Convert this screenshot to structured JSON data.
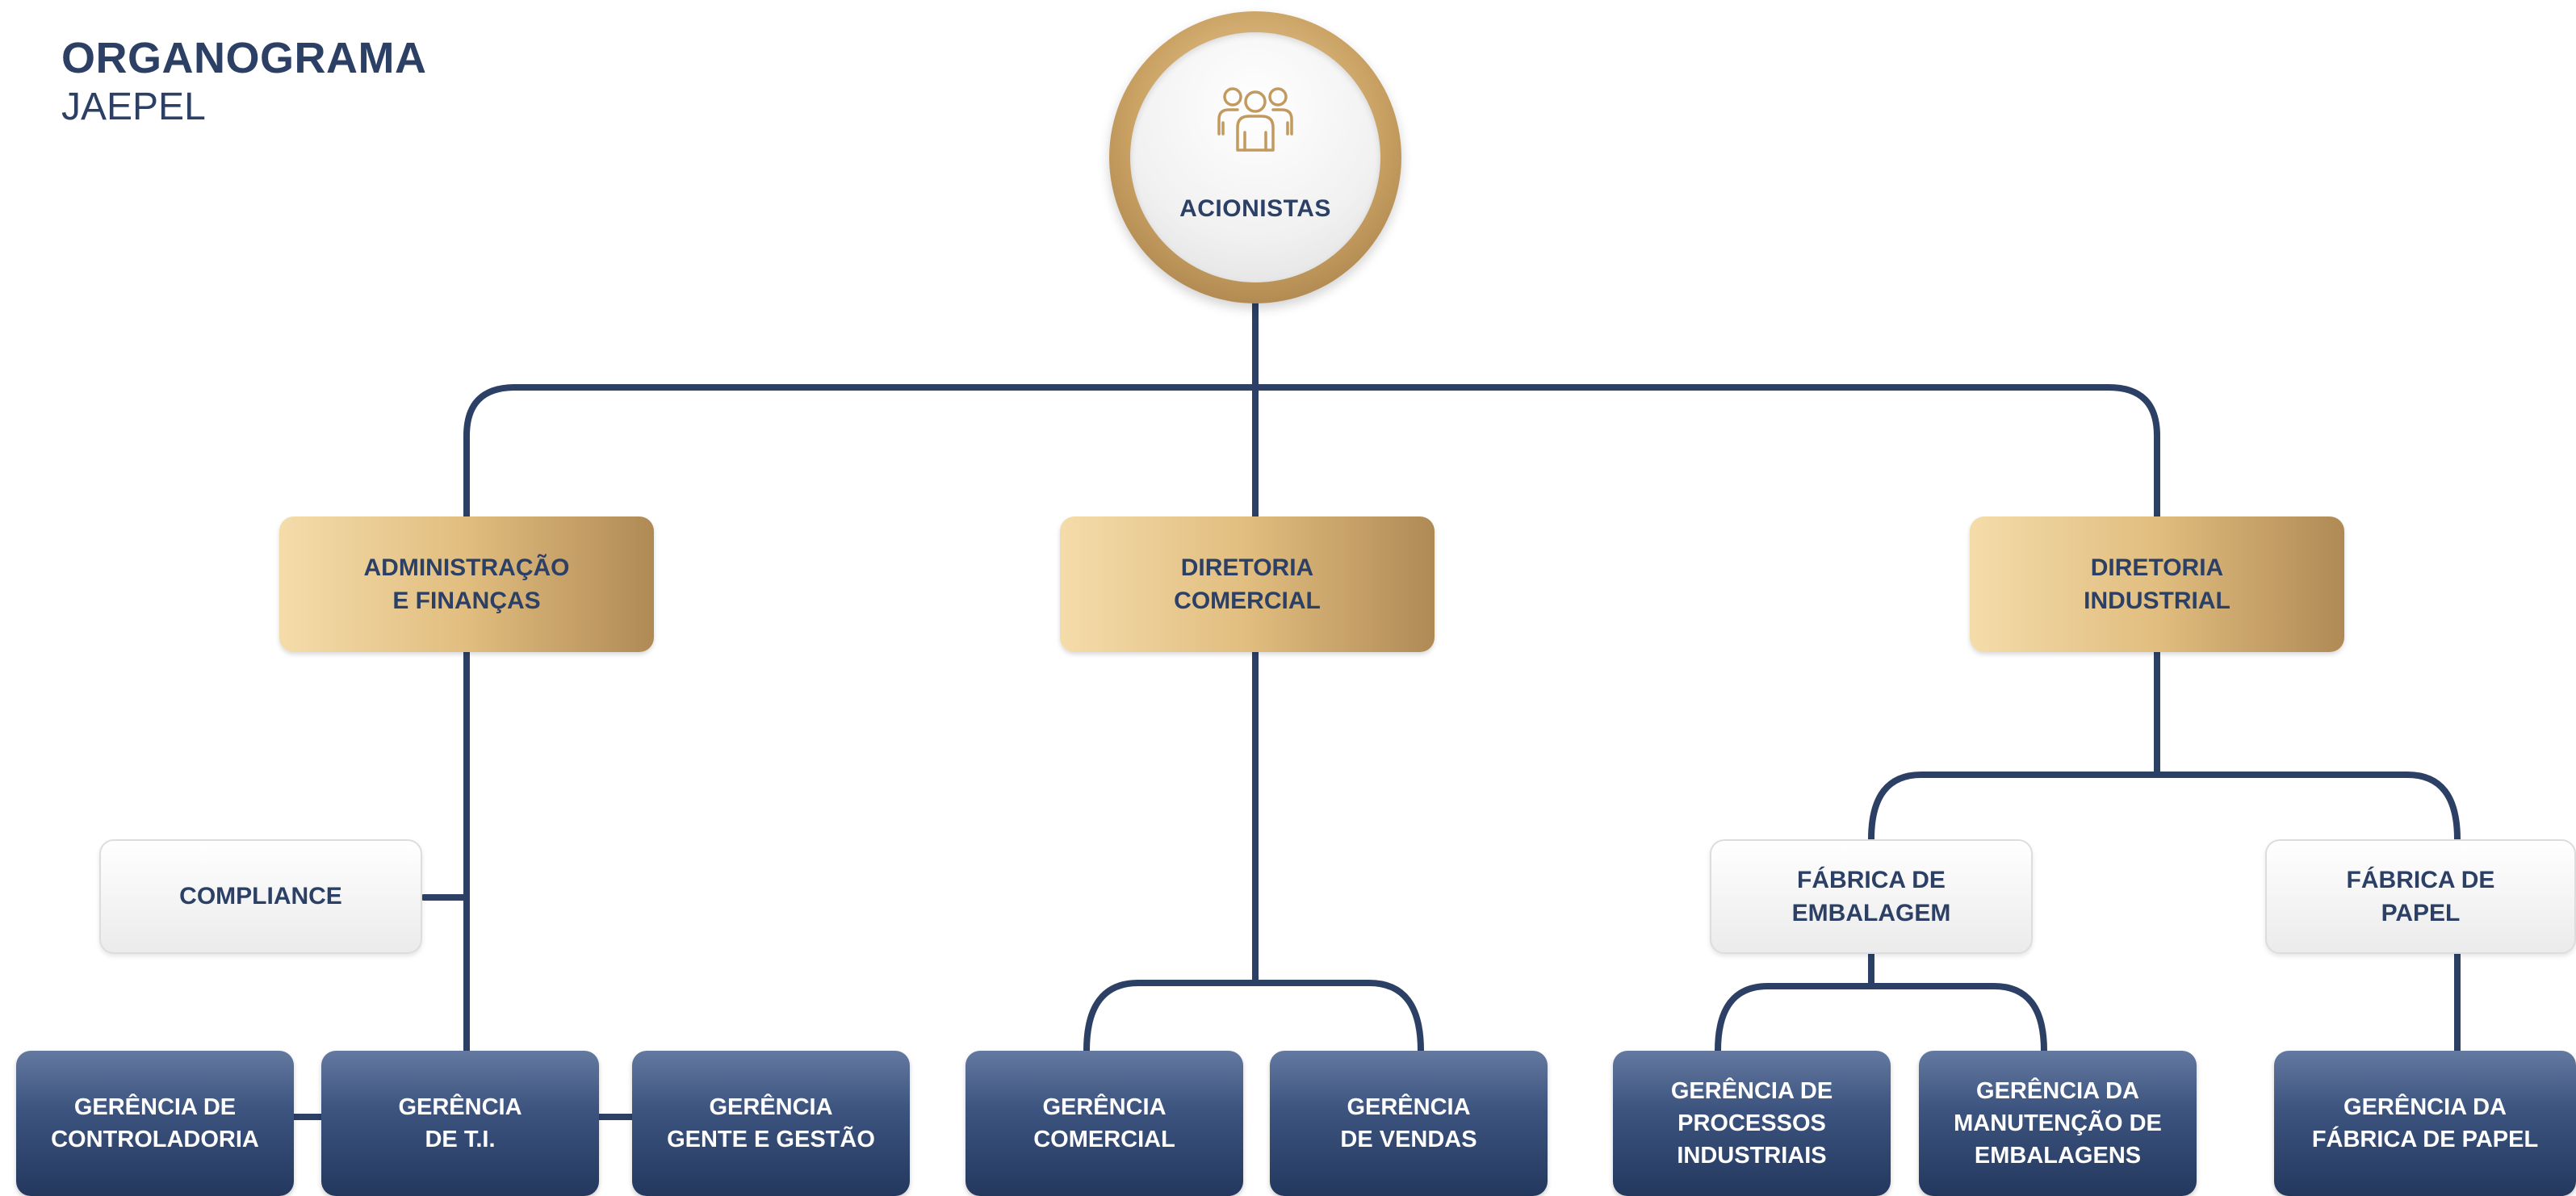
{
  "header": {
    "title": "ORGANOGRAMA",
    "subtitle": "JAEPEL"
  },
  "root": {
    "label": "ACIONISTAS",
    "icon": "people-group-icon"
  },
  "directors": [
    {
      "label": "ADMINISTRAÇÃO\nE FINANÇAS"
    },
    {
      "label": "DIRETORIA\nCOMERCIAL"
    },
    {
      "label": "DIRETORIA\nINDUSTRIAL"
    }
  ],
  "secondary": [
    {
      "label": "COMPLIANCE"
    },
    {
      "label": "FÁBRICA DE\nEMBALAGEM"
    },
    {
      "label": "FÁBRICA DE\nPAPEL"
    }
  ],
  "managers": [
    {
      "label": "GERÊNCIA DE\nCONTROLADORIA"
    },
    {
      "label": "GERÊNCIA\nDE T.I."
    },
    {
      "label": "GERÊNCIA\nGENTE E GESTÃO"
    },
    {
      "label": "GERÊNCIA\nCOMERCIAL"
    },
    {
      "label": "GERÊNCIA\nDE VENDAS"
    },
    {
      "label": "GERÊNCIA DE\nPROCESSOS\nINDUSTRIAIS"
    },
    {
      "label": "GERÊNCIA DA\nMANUTENÇÃO DE\nEMBALAGENS"
    },
    {
      "label": "GERÊNCIA DA\nFÁBRICA DE PAPEL"
    }
  ],
  "colors": {
    "navy": "#2c4066",
    "gold": "#d4b074",
    "line": "#2c4066"
  }
}
